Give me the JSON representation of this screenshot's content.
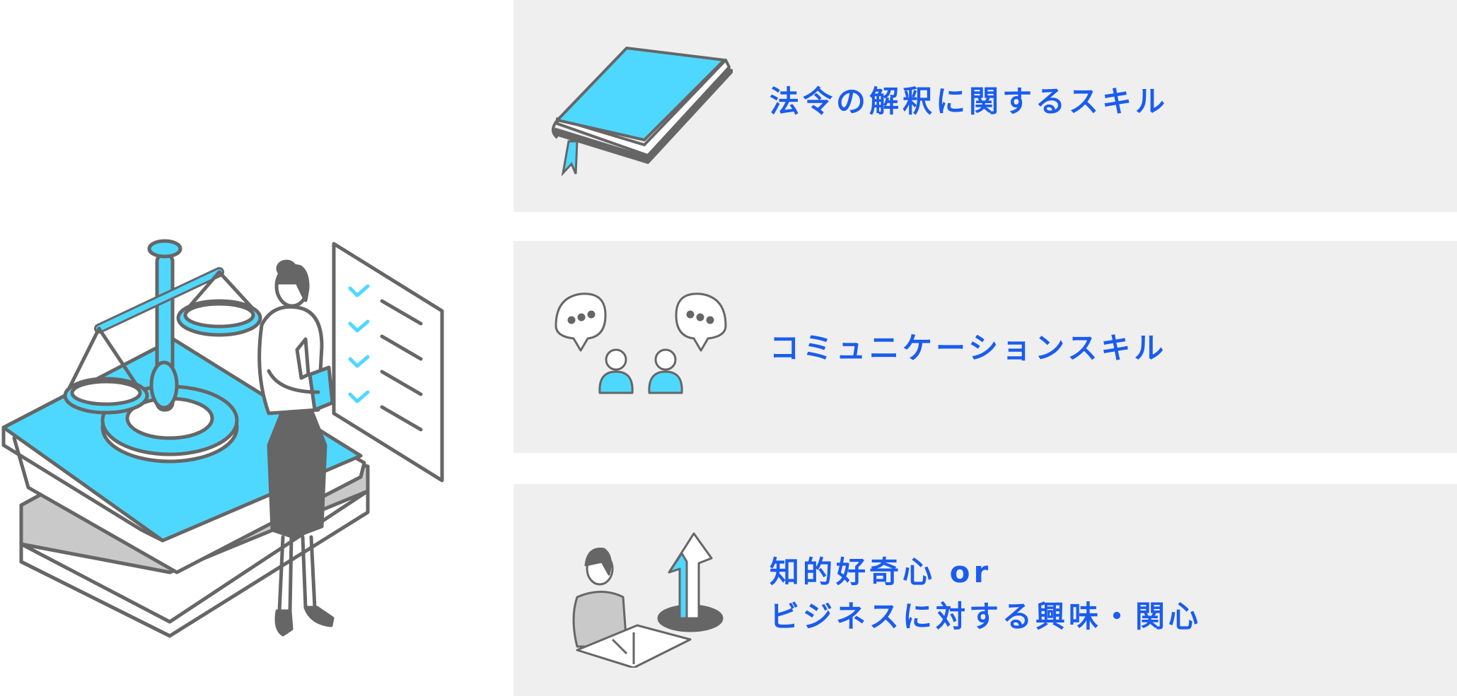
{
  "skills": [
    {
      "label": "法令の解釈に関するスキル",
      "icon": "book-icon"
    },
    {
      "label": "コミュニケーションスキル",
      "icon": "conversation-icon"
    },
    {
      "line1": "知的好奇心 or",
      "line2": "ビジネスに対する興味・関心",
      "icon": "growth-reading-icon"
    }
  ],
  "colors": {
    "accent": "#1a5cf0",
    "cyan": "#4fd8ff",
    "gray": "#666666",
    "panel": "#efefef"
  }
}
